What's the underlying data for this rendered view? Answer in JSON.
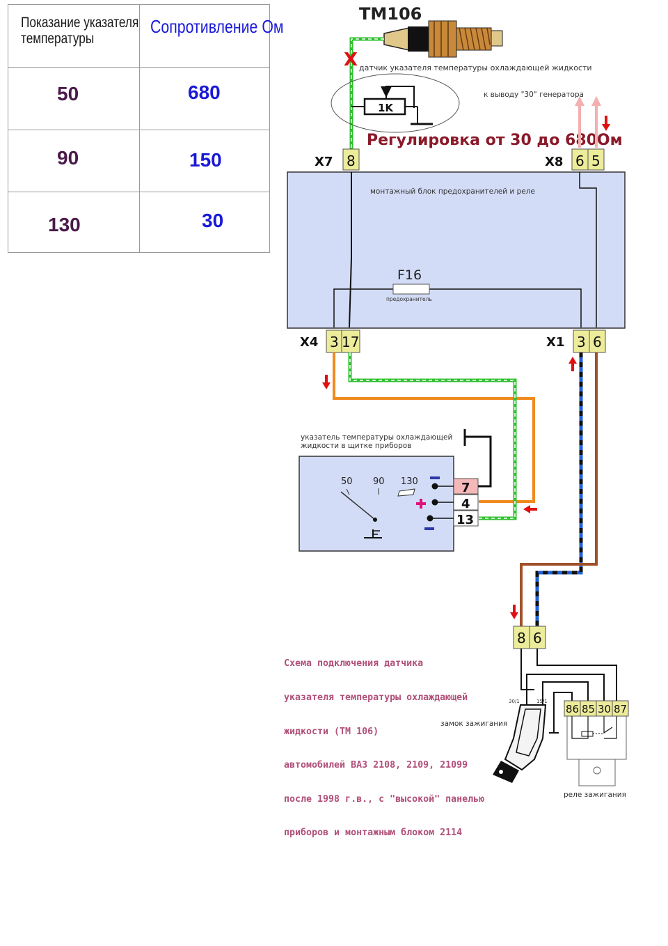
{
  "table": {
    "header_left": "Показание указателя температуры",
    "header_right": "Сопротивление Ом",
    "rows": [
      {
        "reading": "50",
        "ohm": "680"
      },
      {
        "reading": "90",
        "ohm": "150"
      },
      {
        "reading": "130",
        "ohm": "30"
      }
    ]
  },
  "sensor": {
    "name": "TM106",
    "label": "датчик указателя температуры охлаждающей жидкости",
    "resistor": "1K",
    "cut_mark": "X"
  },
  "adjust_note": "Регулировка от 30 до 680Ом",
  "generator_note": "к выводу \"30\" генератора",
  "block": {
    "title": "монтажный блок предохранителей и реле",
    "fuse": "F16",
    "fuse_label": "предохранитель",
    "connectors": {
      "x7": {
        "name": "X7",
        "pins": [
          "8"
        ]
      },
      "x8": {
        "name": "X8",
        "pins": [
          "6",
          "5"
        ]
      },
      "x4": {
        "name": "X4",
        "pins": [
          "3",
          "17"
        ]
      },
      "x1": {
        "name": "X1",
        "pins": [
          "3",
          "6"
        ]
      }
    }
  },
  "gauge": {
    "title_line1": "указатель температуры охлаждающей",
    "title_line2": "жидкости в щитке приборов",
    "scale": [
      "50",
      "90",
      "130"
    ],
    "pins": [
      "7",
      "4",
      "13"
    ]
  },
  "ignition": {
    "connector_pins": [
      "8",
      "6"
    ],
    "lock_label": "замок зажигания",
    "lock_pins": [
      "30/1",
      "15/1"
    ],
    "relay_pins": [
      "86",
      "85",
      "30",
      "87"
    ],
    "relay_label": "реле зажигания"
  },
  "caption": [
    "Схема подключения датчика",
    "указателя температуры охлаждающей",
    "жидкости (ТМ 106)",
    "автомобилей ВАЗ 2108, 2109, 21099",
    "после 1998 г.в., с \"высокой\" панелью",
    "приборов и монтажным блоком 2114"
  ],
  "colors": {
    "block_fill": "#d3dcf6",
    "connector_fill": "#ecec9a",
    "green_wire": "#2fc02f",
    "orange_wire": "#f08a1e",
    "blue_wire": "#2060d8",
    "brown_wire": "#a0502a",
    "arrow_red": "#e01010",
    "caption": "#b0507a",
    "table_blue": "#1a1ad6",
    "table_purple": "#4a1a4a"
  }
}
